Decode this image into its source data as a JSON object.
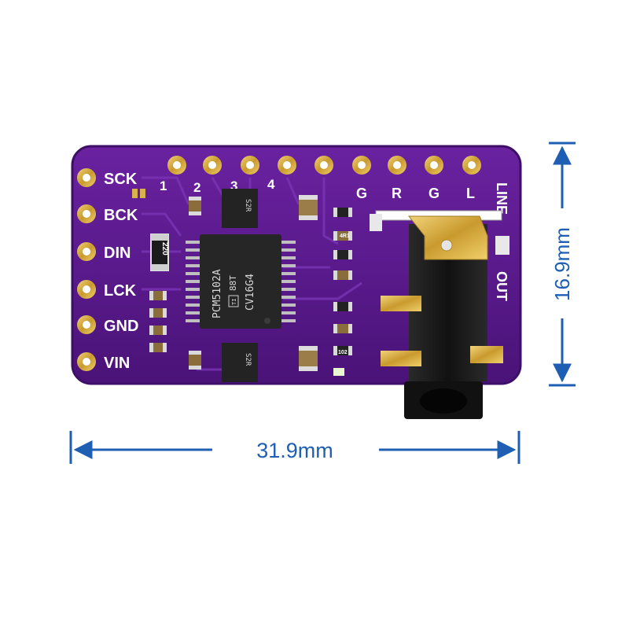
{
  "dimensions": {
    "width_label": "31.9mm",
    "height_label": "16.9mm"
  },
  "board": {
    "left_pins": [
      "SCK",
      "BCK",
      "DIN",
      "LCK",
      "GND",
      "VIN"
    ],
    "top_numbers": [
      "1",
      "2",
      "3",
      "4"
    ],
    "top_pins": [
      "G",
      "R",
      "G",
      "L"
    ],
    "right_labels": [
      "LINE",
      "OUT"
    ],
    "resistor_code": "220",
    "small_chip_code": "S2R",
    "tiny_codes": [
      "4R1",
      "102"
    ],
    "chip": {
      "line1": "PCM5102A",
      "line2": "88T",
      "line3": "CV16G4",
      "logo": "TI"
    }
  },
  "colors": {
    "pcb": "#5a1a8c",
    "pcb_edge": "#3e0f66",
    "gold": "#d8b24a",
    "dimension": "#1e5fb4",
    "jack": "#151515"
  }
}
